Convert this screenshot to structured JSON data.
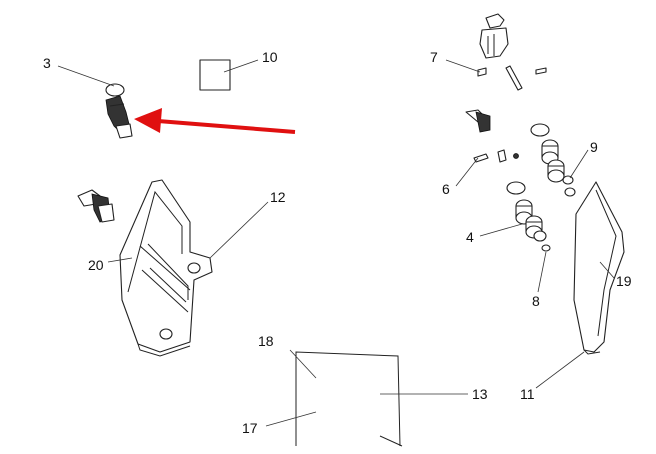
{
  "callouts": {
    "c3": "3",
    "c10": "10",
    "c7": "7",
    "c9": "9",
    "c6": "6",
    "c4": "4",
    "c8": "8",
    "c12": "12",
    "c20": "20",
    "c19": "19",
    "c18": "18",
    "c13": "13",
    "c17": "17",
    "c11": "11"
  },
  "colors": {
    "highlight_arrow": "#e01010",
    "line": "#222222"
  },
  "icons": {
    "arrow": "red-pointer-arrow"
  }
}
